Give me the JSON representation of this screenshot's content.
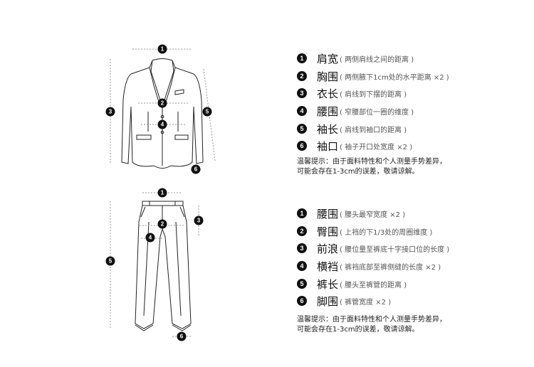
{
  "jacket": {
    "items": [
      {
        "num": "1",
        "title": "肩宽",
        "desc": "( 两侧肩线之间的距离 )"
      },
      {
        "num": "2",
        "title": "胸围",
        "desc": "( 两侧腋下1cm处的水平距离 ×2 )"
      },
      {
        "num": "3",
        "title": "衣长",
        "desc": "( 肩线到下摆的距离 )"
      },
      {
        "num": "4",
        "title": "腰围",
        "desc": "( 窄腰部位一圈的维度 )"
      },
      {
        "num": "5",
        "title": "袖长",
        "desc": "( 肩线到袖口的距离 )"
      },
      {
        "num": "6",
        "title": "袖口",
        "desc": "( 袖子开口处宽度 ×2 )"
      }
    ],
    "note_line1": "温馨提示：由于面料特性和个人测量手势差异，",
    "note_line2": "可能会存在1-3cm的误差，敬请谅解。"
  },
  "pants": {
    "items": [
      {
        "num": "1",
        "title": "腰围",
        "desc": "( 腰头最窄宽度 ×2 )"
      },
      {
        "num": "2",
        "title": "臀围",
        "desc": "( 上裆的下1/3处的周圈维度 )"
      },
      {
        "num": "3",
        "title": "前浪",
        "desc": "( 腰位量至裤底十字接口位的长度 )"
      },
      {
        "num": "4",
        "title": "横裆",
        "desc": "( 裤裆底部至裤侧缝的长度 ×2 )"
      },
      {
        "num": "5",
        "title": "裤长",
        "desc": "( 腰头至裤管的距离 )"
      },
      {
        "num": "6",
        "title": "脚围",
        "desc": "( 裤管宽度 ×2 )"
      }
    ],
    "note_line1": "温馨提示：由于面料特性和个人测量手势差异，",
    "note_line2": "可能会存在1-3cm的误差，敬请谅解。"
  }
}
